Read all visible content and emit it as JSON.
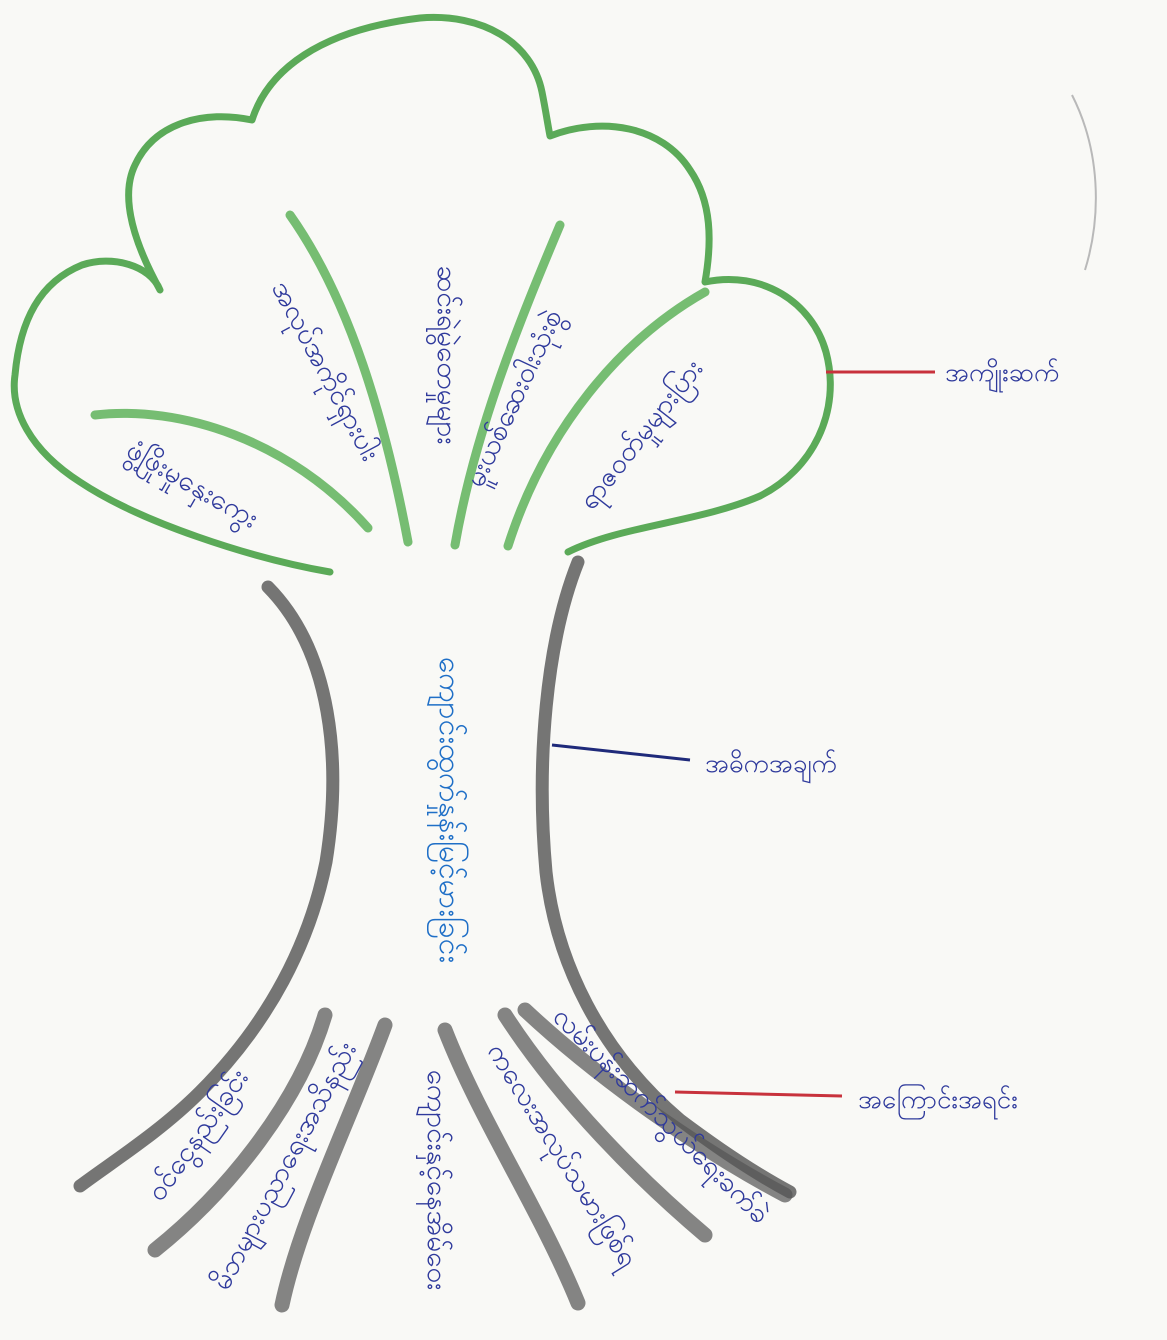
{
  "labels": {
    "effects": "အကျိုးဆက်",
    "core": "အဓိကအချက်",
    "causes": "အကြောင်းအရင်း"
  },
  "crown": {
    "items": [
      "ဖွံ့ဖြိုးမှုနှေးကွေး",
      "အလုပ်အကိုင်ရှားပါး",
      "ဆင်းရဲမွဲတေမှုများ",
      "မူးယစ်ဆေးဝါးသုံးစွဲ",
      "ရာဇဝတ်မှုများပြား"
    ]
  },
  "trunk": {
    "text": "ကျောင်းထွက်နှုန်းမြင့်မားခြင်း"
  },
  "roots": {
    "items": [
      "ဝင်ငွေနည်းခြင်း",
      "မိဘများပညာရေးအသိနည်း",
      "ကျောင်းနှင့်နေအိမ်ဝေး",
      "ကလေးအလုပ်သမားဖြစ်ရ",
      "လမ်းပန်းဆက်သွယ်ရေးခက်ခဲ"
    ]
  },
  "colors": {
    "crown": "#3f9c3c",
    "trunk": "#4f4f4f",
    "text": "#2f3a9c",
    "trunk_text": "#1f6fc7",
    "effects_line": "#c8323c",
    "core_line": "#1f2a7a",
    "causes_line": "#c8323c"
  }
}
